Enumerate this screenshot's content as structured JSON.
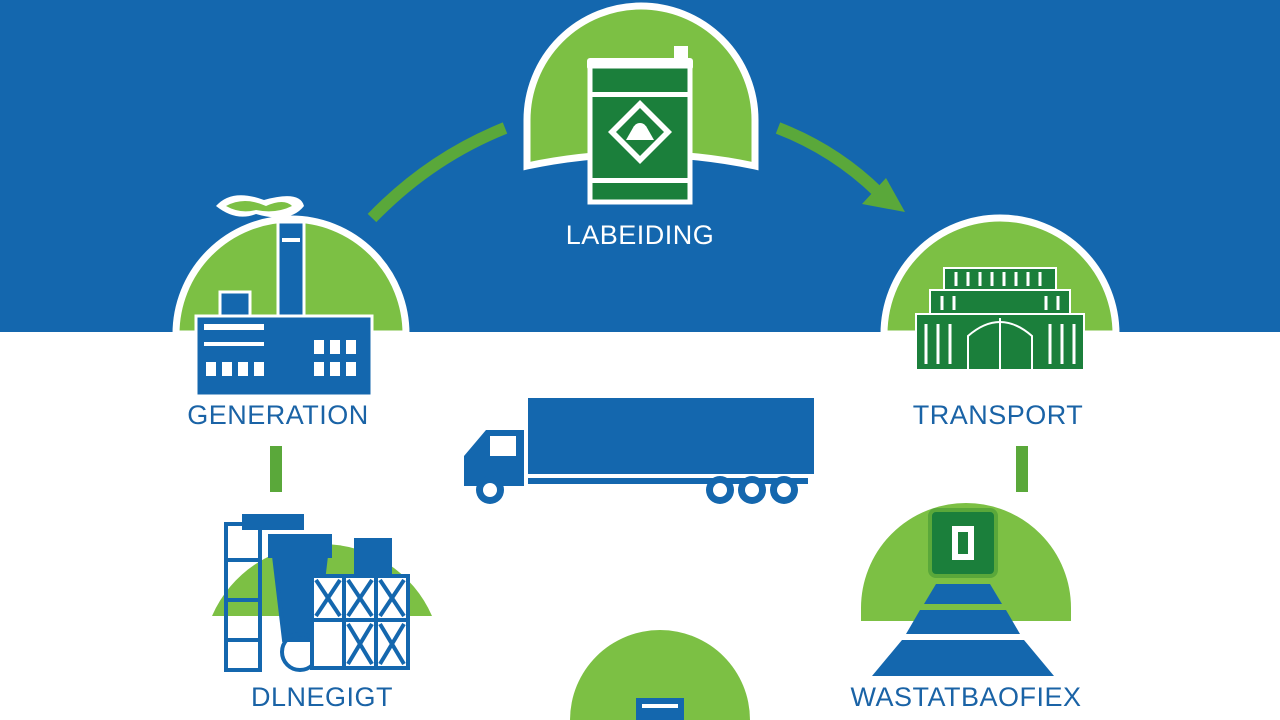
{
  "colors": {
    "blue": "#1467ae",
    "green": "#7cc044",
    "dark_green": "#1b7f3b",
    "white": "#ffffff",
    "label_blue": "#1a63a6"
  },
  "stages": {
    "labeling": {
      "label": "LABEIDING",
      "icon": "waste-drum-icon"
    },
    "generation": {
      "label": "GENERATION",
      "icon": "factory-icon"
    },
    "transport": {
      "label": "TRANSPORT",
      "icon": "storage-building-icon"
    },
    "treatment": {
      "label": "DLNEGIGT",
      "icon": "treatment-plant-icon"
    },
    "disposal": {
      "label": "WASTATBAOFIEX",
      "icon": "landfill-icon"
    },
    "bottom": {
      "icon": "container-icon"
    }
  },
  "center": {
    "icon": "truck-icon"
  }
}
